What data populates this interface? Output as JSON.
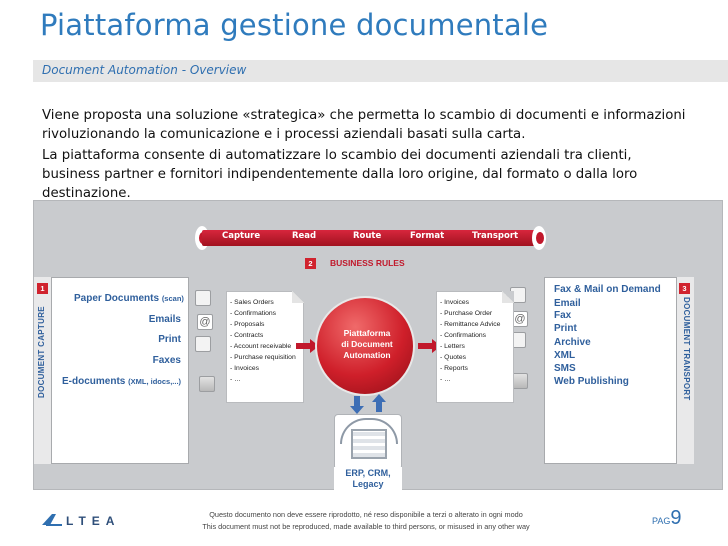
{
  "header": {
    "title": "Piattaforma gestione documentale",
    "subtitle": "Document Automation - Overview"
  },
  "intro": {
    "p1": "Viene proposta una soluzione «strategica» che permetta lo scambio di documenti e informazioni rivoluzionando la comunicazione e i processi aziendali basati sulla carta.",
    "p2": "La piattaforma consente di automatizzare lo scambio dei documenti aziendali tra clienti, business partner e fornitori indipendentemente dalla loro origine, dal formato o dalla loro destinazione."
  },
  "diagram": {
    "process_steps": [
      "Capture",
      "Read",
      "Route",
      "Format",
      "Transport"
    ],
    "business_rules": {
      "badge": "2",
      "label": "BUSINESS RULES"
    },
    "capture": {
      "badge": "1",
      "label": "DOCUMENT CAPTURE",
      "items": [
        {
          "main": "Paper Documents",
          "note": "(scan)"
        },
        {
          "main": "Emails",
          "note": ""
        },
        {
          "main": "Print",
          "note": ""
        },
        {
          "main": "Faxes",
          "note": ""
        },
        {
          "main": "E-documents",
          "note": "(XML, idocs,...)"
        }
      ]
    },
    "incoming_docs": [
      "- Sales Orders",
      "- Confirmations",
      "- Proposals",
      "- Contracts",
      "- Account receivable",
      "- Purchase requisition",
      "- Invoices",
      "- …"
    ],
    "platform": {
      "line1": "Piattaforma",
      "line2": "di Document",
      "line3": "Automation"
    },
    "outgoing_docs": [
      "- Invoices",
      "- Purchase Order",
      "- Remittance Advice",
      "- Confirmations",
      "- Letters",
      "- Quotes",
      "- Reports",
      "- …"
    ],
    "transport": {
      "badge": "3",
      "label": "DOCUMENT TRANSPORT",
      "items": [
        "Fax & Mail on Demand",
        "Email",
        "Fax",
        "Print",
        "Archive",
        "XML",
        "SMS",
        "Web Publishing"
      ]
    },
    "backend": {
      "line1": "ERP, CRM,",
      "line2": "Legacy"
    },
    "icons": [
      "document-icon",
      "email-at-icon",
      "printer-icon",
      "fax-icon",
      "integration-seal-icon"
    ]
  },
  "footer": {
    "logo": "ALTEA",
    "line1": "Questo documento non deve essere riprodotto, né reso disponibile a terzi o alterato in ogni modo",
    "line2": "This document must not be reproduced, made available to third persons, or misused in any other way",
    "page_label": "PAG",
    "page_number": "9"
  },
  "colors": {
    "title": "#2f7bbd",
    "accent_red": "#c1182b",
    "label_blue": "#2f5f9c"
  }
}
